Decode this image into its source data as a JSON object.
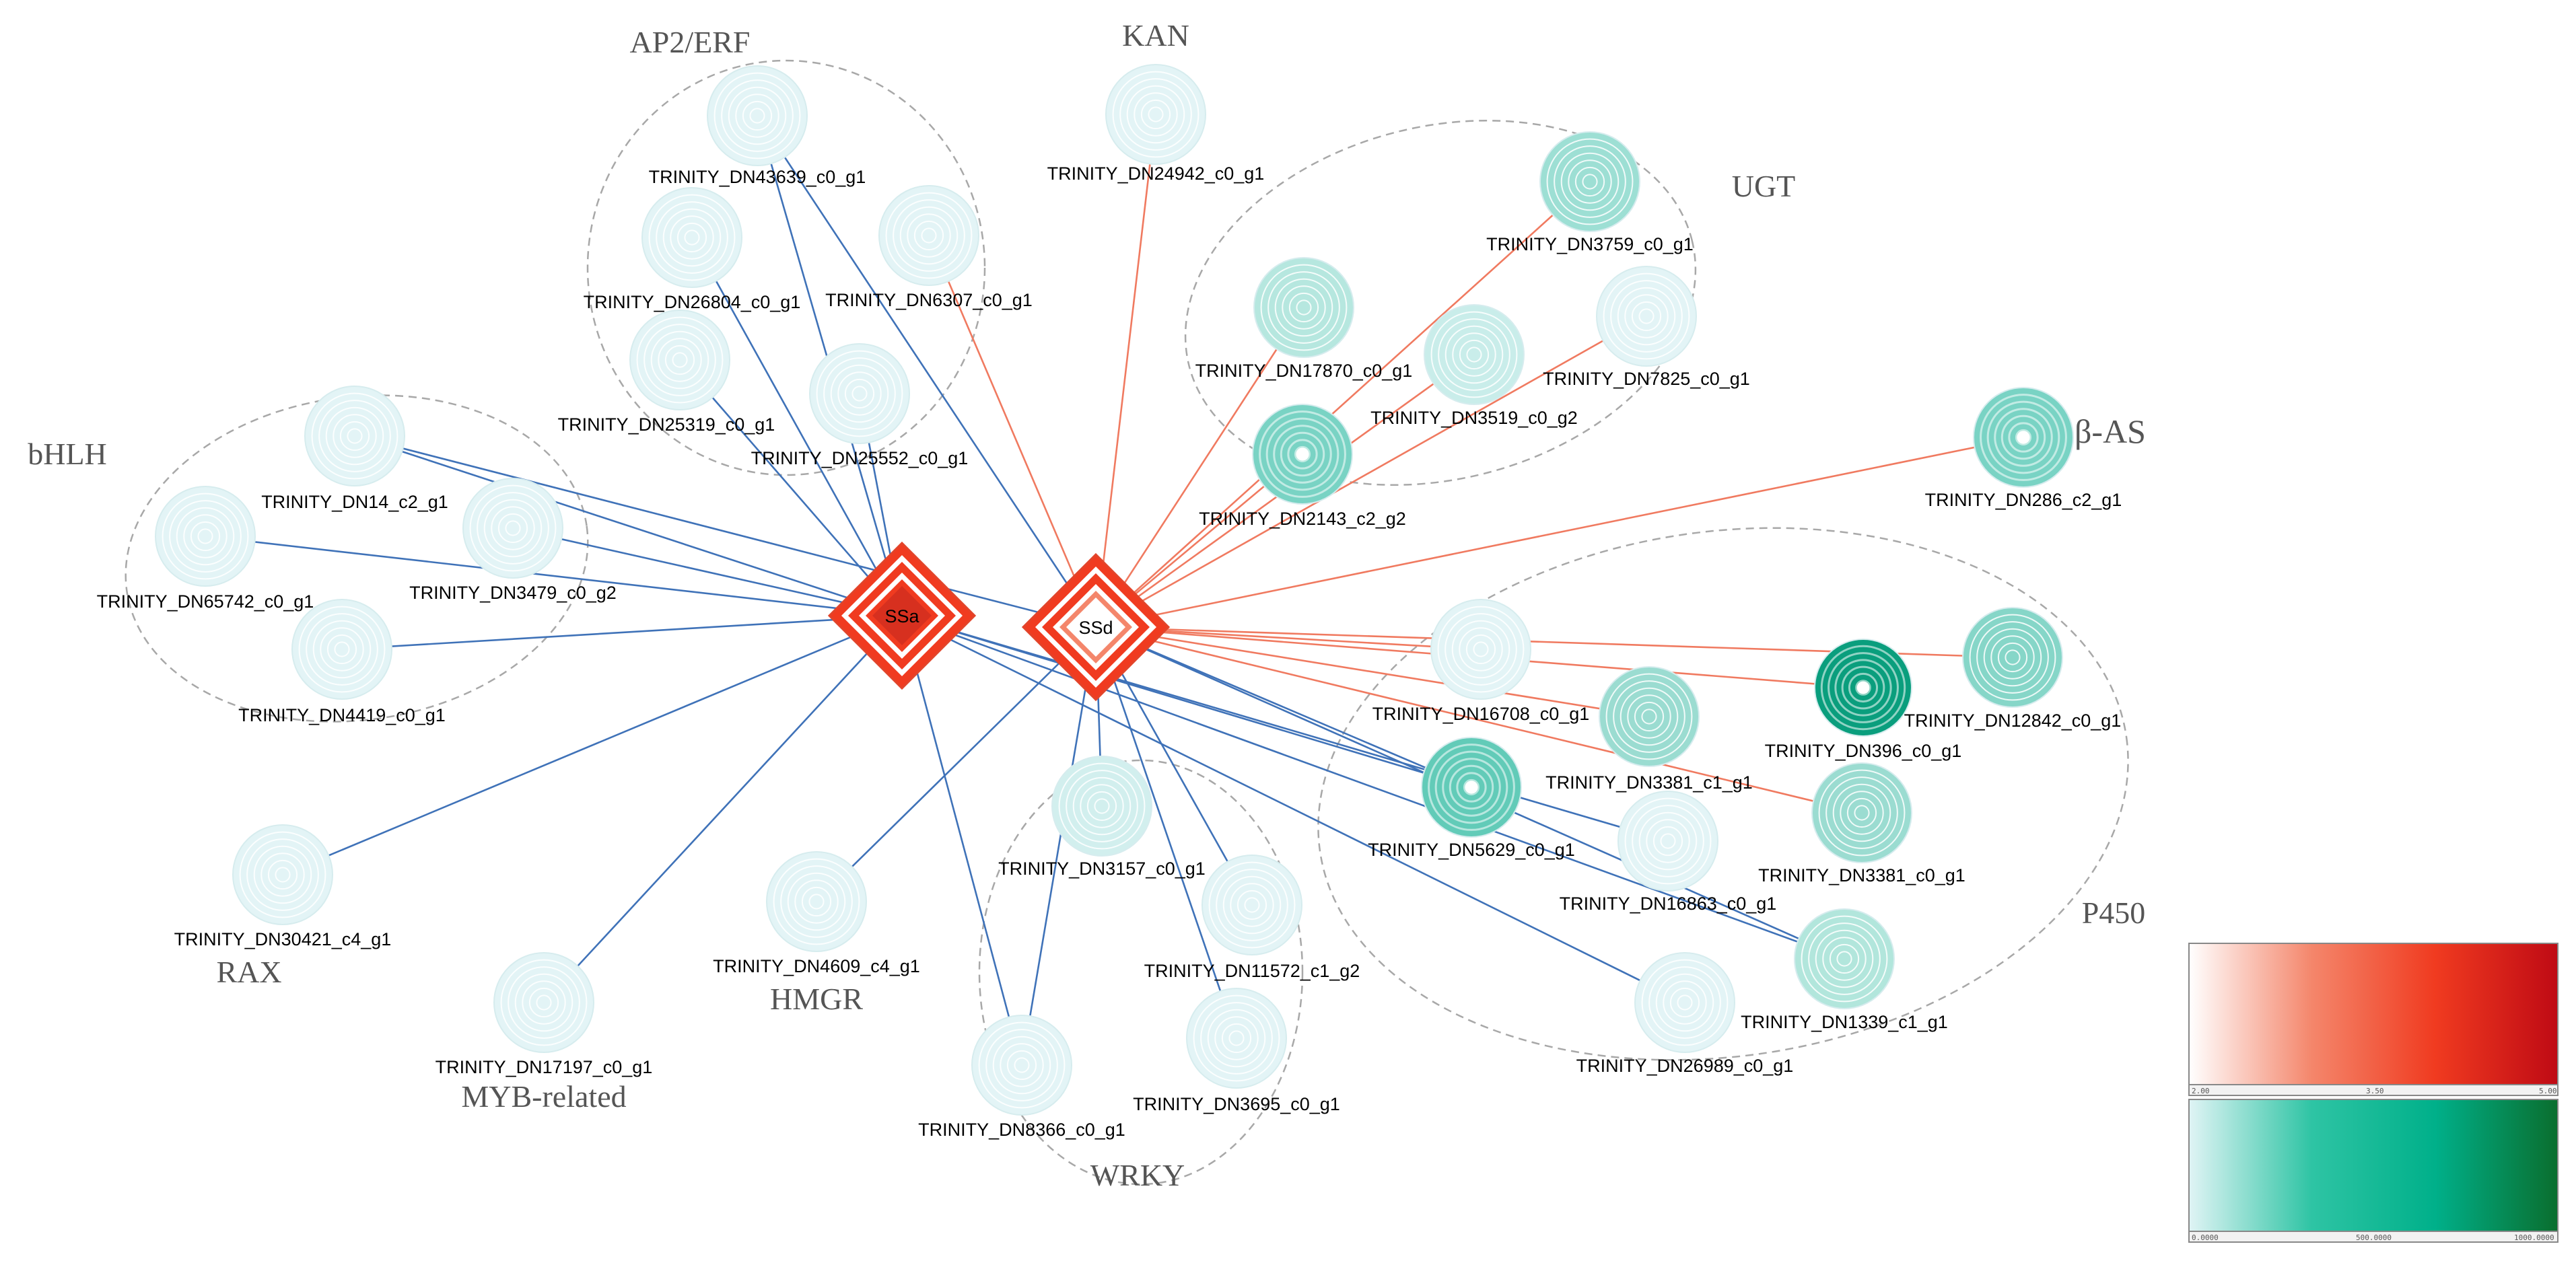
{
  "groups": [
    {
      "id": "AP2/ERF",
      "label": "AP2/ERF"
    },
    {
      "id": "KAN",
      "label": "KAN"
    },
    {
      "id": "UGT",
      "label": "UGT"
    },
    {
      "id": "bHLH",
      "label": "bHLH"
    },
    {
      "id": "beta-AS",
      "label": "β-AS"
    },
    {
      "id": "RAX",
      "label": "RAX"
    },
    {
      "id": "HMGR",
      "label": "HMGR"
    },
    {
      "id": "MYB-related",
      "label": "MYB-related"
    },
    {
      "id": "WRKY",
      "label": "WRKY"
    },
    {
      "id": "P450",
      "label": "P450"
    }
  ],
  "hubs": [
    {
      "id": "SSa",
      "label": "SSa",
      "color": "#f03b20",
      "inner": "#d7301f"
    },
    {
      "id": "SSd",
      "label": "SSd",
      "color": "#f03b20",
      "inner": "#ffffff"
    }
  ],
  "nodes": [
    {
      "id": "DN43639",
      "label": "TRINITY_DN43639_c0_g1",
      "group": "AP2/ERF",
      "color": "#e3f4f6",
      "dot": false
    },
    {
      "id": "DN26804",
      "label": "TRINITY_DN26804_c0_g1",
      "group": "AP2/ERF",
      "color": "#e3f4f6",
      "dot": false
    },
    {
      "id": "DN6307",
      "label": "TRINITY_DN6307_c0_g1",
      "group": "AP2/ERF",
      "color": "#e3f4f6",
      "dot": false
    },
    {
      "id": "DN25319",
      "label": "TRINITY_DN25319_c0_g1",
      "group": "AP2/ERF",
      "color": "#e3f4f6",
      "dot": false
    },
    {
      "id": "DN25552",
      "label": "TRINITY_DN25552_c0_g1",
      "group": "AP2/ERF",
      "color": "#e3f4f6",
      "dot": false
    },
    {
      "id": "DN24942",
      "label": "TRINITY_DN24942_c0_g1",
      "group": "KAN",
      "color": "#e3f4f6",
      "dot": false
    },
    {
      "id": "DN3759",
      "label": "TRINITY_DN3759_c0_g1",
      "group": "UGT",
      "color": "#9ddfd4",
      "dot": false
    },
    {
      "id": "DN17870",
      "label": "TRINITY_DN17870_c0_g1",
      "group": "UGT",
      "color": "#b6e7df",
      "dot": false
    },
    {
      "id": "DN3519",
      "label": "TRINITY_DN3519_c0_g2",
      "group": "UGT",
      "color": "#c9edea",
      "dot": false
    },
    {
      "id": "DN7825",
      "label": "TRINITY_DN7825_c0_g1",
      "group": "UGT",
      "color": "#e3f4f6",
      "dot": false
    },
    {
      "id": "DN2143",
      "label": "TRINITY_DN2143_c2_g2",
      "group": "UGT",
      "color": "#79d3c4",
      "dot": true
    },
    {
      "id": "DN14",
      "label": "TRINITY_DN14_c2_g1",
      "group": "bHLH",
      "color": "#e3f4f6",
      "dot": false
    },
    {
      "id": "DN65742",
      "label": "TRINITY_DN65742_c0_g1",
      "group": "bHLH",
      "color": "#e3f4f6",
      "dot": false
    },
    {
      "id": "DN3479",
      "label": "TRINITY_DN3479_c0_g2",
      "group": "bHLH",
      "color": "#e3f4f6",
      "dot": false
    },
    {
      "id": "DN4419",
      "label": "TRINITY_DN4419_c0_g1",
      "group": "bHLH",
      "color": "#e3f4f6",
      "dot": false
    },
    {
      "id": "DN286",
      "label": "TRINITY_DN286_c2_g1",
      "group": "beta-AS",
      "color": "#79d3c4",
      "dot": true
    },
    {
      "id": "DN30421",
      "label": "TRINITY_DN30421_c4_g1",
      "group": "RAX",
      "color": "#e3f4f6",
      "dot": false
    },
    {
      "id": "DN4609",
      "label": "TRINITY_DN4609_c4_g1",
      "group": "HMGR",
      "color": "#e3f4f6",
      "dot": false
    },
    {
      "id": "DN17197",
      "label": "TRINITY_DN17197_c0_g1",
      "group": "MYB-related",
      "color": "#e3f4f6",
      "dot": false
    },
    {
      "id": "DN3157",
      "label": "TRINITY_DN3157_c0_g1",
      "group": "WRKY",
      "color": "#d2efee",
      "dot": false
    },
    {
      "id": "DN11572",
      "label": "TRINITY_DN11572_c1_g2",
      "group": "WRKY",
      "color": "#e3f4f6",
      "dot": false
    },
    {
      "id": "DN8366",
      "label": "TRINITY_DN8366_c0_g1",
      "group": "WRKY",
      "color": "#e3f4f6",
      "dot": false
    },
    {
      "id": "DN3695",
      "label": "TRINITY_DN3695_c0_g1",
      "group": "WRKY",
      "color": "#e3f4f6",
      "dot": false
    },
    {
      "id": "DN16708",
      "label": "TRINITY_DN16708_c0_g1",
      "group": "P450",
      "color": "#e3f4f6",
      "dot": false
    },
    {
      "id": "DN396",
      "label": "TRINITY_DN396_c0_g1",
      "group": "P450",
      "color": "#0a9e7d",
      "dot": true
    },
    {
      "id": "DN12842",
      "label": "TRINITY_DN12842_c0_g1",
      "group": "P450",
      "color": "#86d6c8",
      "dot": false
    },
    {
      "id": "DN3381c1",
      "label": "TRINITY_DN3381_c1_g1",
      "group": "P450",
      "color": "#9bdcd1",
      "dot": false
    },
    {
      "id": "DN5629",
      "label": "TRINITY_DN5629_c0_g1",
      "group": "P450",
      "color": "#62cbb8",
      "dot": true
    },
    {
      "id": "DN3381c0",
      "label": "TRINITY_DN3381_c0_g1",
      "group": "P450",
      "color": "#9bdcd1",
      "dot": false
    },
    {
      "id": "DN16863",
      "label": "TRINITY_DN16863_c0_g1",
      "group": "P450",
      "color": "#e3f4f6",
      "dot": false
    },
    {
      "id": "DN1339",
      "label": "TRINITY_DN1339_c1_g1",
      "group": "P450",
      "color": "#b2e6dc",
      "dot": false
    },
    {
      "id": "DN26989",
      "label": "TRINITY_DN26989_c0_g1",
      "group": "P450",
      "color": "#e3f4f6",
      "dot": false
    }
  ],
  "edges": [
    {
      "from": "SSa",
      "to": "DN43639",
      "sign": "negative"
    },
    {
      "from": "SSa",
      "to": "DN26804",
      "sign": "negative"
    },
    {
      "from": "SSa",
      "to": "DN25319",
      "sign": "negative"
    },
    {
      "from": "SSa",
      "to": "DN25552",
      "sign": "negative"
    },
    {
      "from": "SSa",
      "to": "DN14",
      "sign": "negative"
    },
    {
      "from": "SSa",
      "to": "DN65742",
      "sign": "negative"
    },
    {
      "from": "SSa",
      "to": "DN3479",
      "sign": "negative"
    },
    {
      "from": "SSa",
      "to": "DN4419",
      "sign": "negative"
    },
    {
      "from": "SSa",
      "to": "DN30421",
      "sign": "negative"
    },
    {
      "from": "SSa",
      "to": "DN17197",
      "sign": "negative"
    },
    {
      "from": "SSa",
      "to": "DN8366",
      "sign": "negative"
    },
    {
      "from": "SSa",
      "to": "DN16863",
      "sign": "negative"
    },
    {
      "from": "SSa",
      "to": "DN5629",
      "sign": "negative"
    },
    {
      "from": "SSa",
      "to": "DN1339",
      "sign": "negative"
    },
    {
      "from": "SSa",
      "to": "DN26989",
      "sign": "negative"
    },
    {
      "from": "SSd",
      "to": "DN43639",
      "sign": "negative"
    },
    {
      "from": "SSd",
      "to": "DN6307",
      "sign": "positive"
    },
    {
      "from": "SSd",
      "to": "DN24942",
      "sign": "positive"
    },
    {
      "from": "SSd",
      "to": "DN3759",
      "sign": "positive"
    },
    {
      "from": "SSd",
      "to": "DN17870",
      "sign": "positive"
    },
    {
      "from": "SSd",
      "to": "DN3519",
      "sign": "positive"
    },
    {
      "from": "SSd",
      "to": "DN7825",
      "sign": "positive"
    },
    {
      "from": "SSd",
      "to": "DN2143",
      "sign": "positive"
    },
    {
      "from": "SSd",
      "to": "DN286",
      "sign": "positive"
    },
    {
      "from": "SSd",
      "to": "DN16708",
      "sign": "positive"
    },
    {
      "from": "SSd",
      "to": "DN396",
      "sign": "positive"
    },
    {
      "from": "SSd",
      "to": "DN12842",
      "sign": "positive"
    },
    {
      "from": "SSd",
      "to": "DN3381c1",
      "sign": "positive"
    },
    {
      "from": "SSd",
      "to": "DN3381c0",
      "sign": "positive"
    },
    {
      "from": "SSd",
      "to": "DN3157",
      "sign": "negative"
    },
    {
      "from": "SSd",
      "to": "DN11572",
      "sign": "negative"
    },
    {
      "from": "SSd",
      "to": "DN8366",
      "sign": "negative"
    },
    {
      "from": "SSd",
      "to": "DN3695",
      "sign": "negative"
    },
    {
      "from": "SSd",
      "to": "DN4609",
      "sign": "negative"
    },
    {
      "from": "SSd",
      "to": "DN5629",
      "sign": "negative"
    },
    {
      "from": "SSd",
      "to": "DN1339",
      "sign": "negative"
    },
    {
      "from": "SSd",
      "to": "DN14",
      "sign": "negative"
    }
  ],
  "edge_colors": {
    "positive": "#f07a60",
    "negative": "#3f72b8"
  },
  "legend": {
    "red_scale": {
      "colors": [
        "#ffffff",
        "#f4866b",
        "#f03b20",
        "#bf0a14"
      ],
      "ticks": [
        "2.00",
        "3.50",
        "5.00"
      ]
    },
    "green_scale": {
      "colors": [
        "#e0f4f5",
        "#2ec4a4",
        "#00b08a",
        "#0a6e2e"
      ],
      "ticks": [
        "0.0000",
        "500.0000",
        "1000.0000"
      ]
    }
  }
}
